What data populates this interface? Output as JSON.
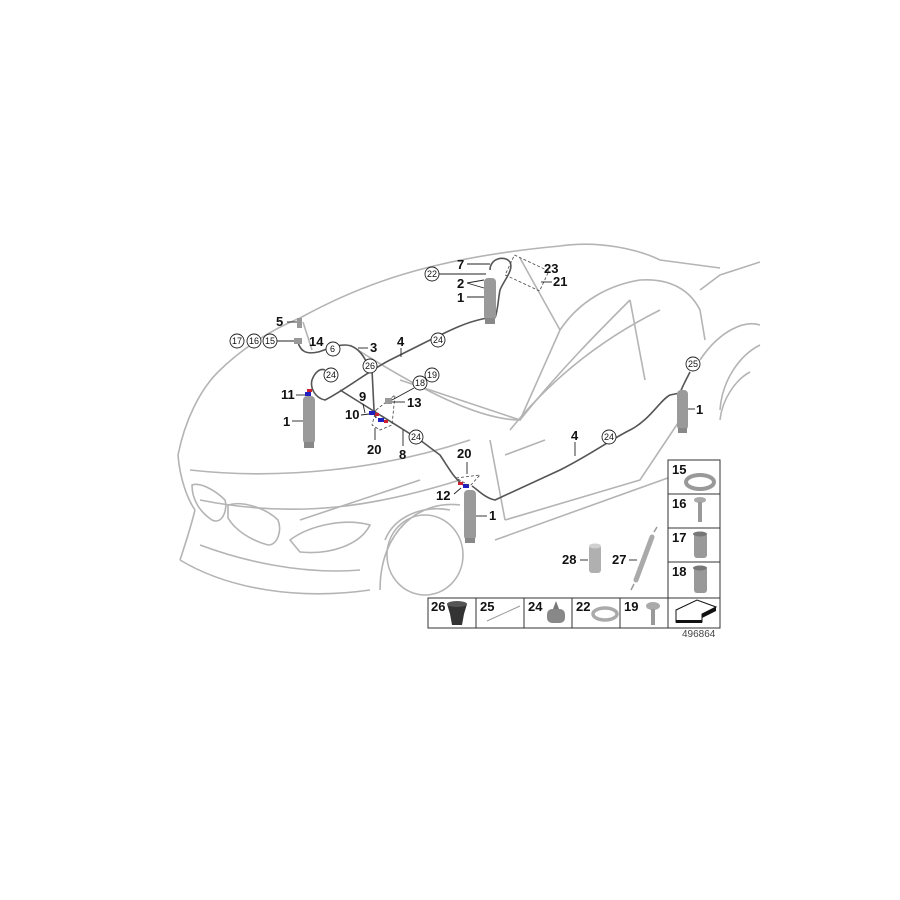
{
  "diagram": {
    "id_number": "496864",
    "colors": {
      "car_outline": "#b4b4b4",
      "hose": "#555555",
      "connector_blue": "#2020c0",
      "connector_red": "#d02030",
      "part_gray": "#9a9a9a"
    },
    "callouts": {
      "p7": "7",
      "p22a": "22",
      "p2": "2",
      "p1a": "1",
      "p23": "23",
      "p21": "21",
      "p5": "5",
      "p17": "17",
      "p16": "16",
      "p15": "15",
      "p14": "14",
      "p6": "6",
      "p3": "3",
      "p4a": "4",
      "p24a": "24",
      "p26": "26",
      "p11": "11",
      "p24b": "24",
      "p1b": "1",
      "p19": "19",
      "p18": "18",
      "p9": "9",
      "p13": "13",
      "p10": "10",
      "p20a": "20",
      "p24c": "24",
      "p8": "8",
      "p20b": "20",
      "p12": "12",
      "p1c": "1",
      "p4b": "4",
      "p24d": "24",
      "p25": "25",
      "p1d": "1",
      "p28": "28",
      "p27": "27"
    },
    "parts_grid": {
      "right_column": [
        {
          "num": "15",
          "part": "washer-ring"
        },
        {
          "num": "16",
          "part": "screw"
        },
        {
          "num": "17",
          "part": "rivet-nut"
        },
        {
          "num": "18",
          "part": "rivet-nut"
        }
      ],
      "bottom_row": [
        {
          "num": "26",
          "part": "grommet"
        },
        {
          "num": "25",
          "part": "cable-tie"
        },
        {
          "num": "24",
          "part": "hose-clip"
        },
        {
          "num": "22",
          "part": "washer-ring"
        },
        {
          "num": "19",
          "part": "screw"
        },
        {
          "num": "",
          "part": "direction-arrow"
        }
      ]
    }
  }
}
